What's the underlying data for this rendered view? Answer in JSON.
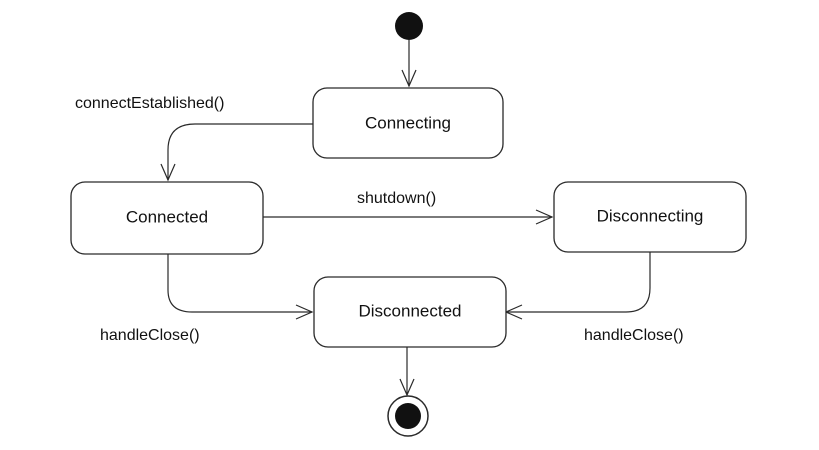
{
  "states": {
    "connecting": "Connecting",
    "connected": "Connected",
    "disconnecting": "Disconnecting",
    "disconnected": "Disconnected"
  },
  "transitions": {
    "connect_established": "connectEstablished()",
    "shutdown": "shutdown()",
    "handle_close_left": "handleClose()",
    "handle_close_right": "handleClose()"
  },
  "colors": {
    "line": "#2a2a2a",
    "node_fill": "#111111",
    "background": "#ffffff"
  }
}
